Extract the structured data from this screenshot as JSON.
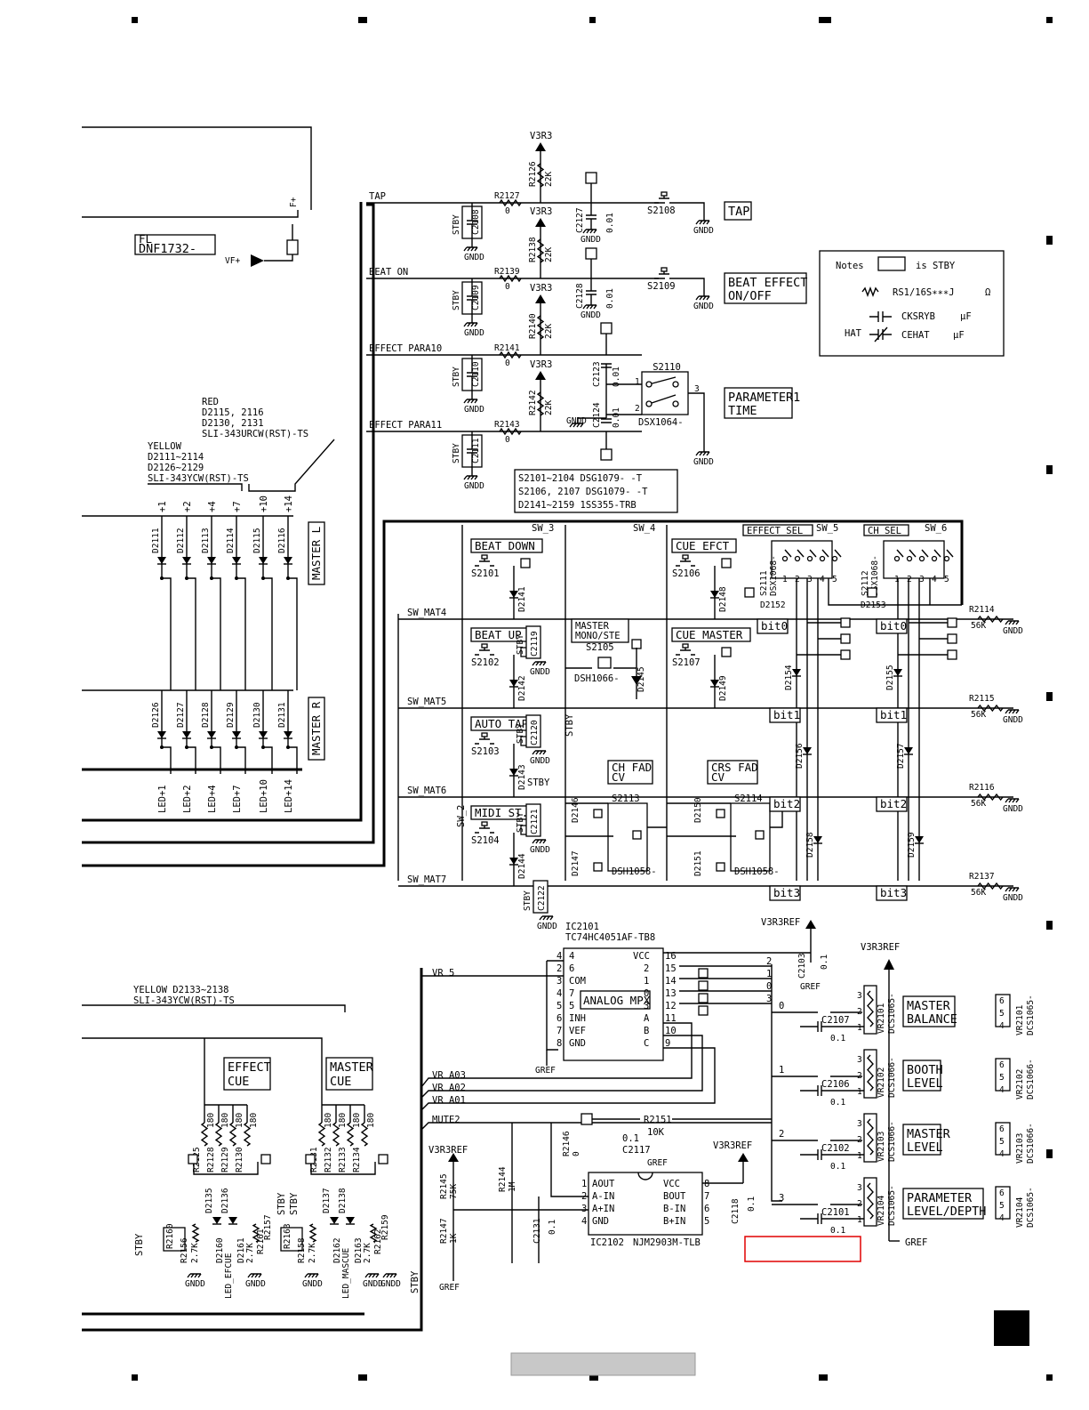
{
  "display": {
    "fl_label": "FL",
    "fl_part": "DNF1732-",
    "vf_plus": "VF+",
    "f_plus": "F+"
  },
  "power": {
    "v3r3": "V3R3",
    "gndd": "GNDD",
    "v3r3ref": "V3R3REF",
    "gref": "GREF",
    "stby": "STBY"
  },
  "switch_rows": [
    {
      "net": "TAP",
      "resistor": "R2127",
      "res_val": "0",
      "pullup": "R2126",
      "pullup_val": "22K",
      "stby_cap": "C2108",
      "cap": "C2127",
      "cap_val": "0.01",
      "switch": "S2108",
      "label_lines": [
        "TAP"
      ]
    },
    {
      "net": "BEAT ON",
      "resistor": "R2139",
      "res_val": "0",
      "pullup": "R2138",
      "pullup_val": "22K",
      "stby_cap": "C2109",
      "cap": "C2128",
      "cap_val": "0.01",
      "switch": "S2109",
      "label_lines": [
        "BEAT EFFECT",
        "ON/OFF"
      ]
    },
    {
      "net": "EFFECT PARA10",
      "resistor": "R2141",
      "res_val": "0",
      "pullup": "R2140",
      "pullup_val": "22K",
      "stby_cap": "C2110",
      "cap": "C2123",
      "cap_val": "0.01",
      "switch": "S2110",
      "label_lines": [
        "PARAMETER1",
        "TIME"
      ]
    },
    {
      "net": "EFFECT PARA11",
      "resistor": "R2143",
      "res_val": "0",
      "pullup": "R2142",
      "pullup_val": "22K",
      "stby_cap": "C2111",
      "cap": "C2124",
      "cap_val": "0.01",
      "switch": "",
      "label_lines": []
    }
  ],
  "s2110_part": "DSX1064-",
  "notes": {
    "title": "Notes",
    "is_stby": "is STBY",
    "resistor": "RS1/16S∗∗∗J",
    "ohm": "Ω",
    "cap1": "CKSRYB",
    "cap2": "CEHAT",
    "unit": "μF",
    "hat": "HAT"
  },
  "parts_list": [
    "S2101∼2104 DSG1079- -T",
    "S2106, 2107 DSG1079- -T",
    "D2141∼2159 1SS355-TRB"
  ],
  "led_legend": {
    "red": [
      "RED",
      "D2115, 2116",
      "D2130, 2131",
      "SLI-343URCW(RST)-TS"
    ],
    "yellow": [
      "YELLOW",
      "D2111∼2114",
      "D2126∼2129",
      "SLI-343YCW(RST)-TS"
    ]
  },
  "led_columns": [
    "+1",
    "+2",
    "+4",
    "+7",
    "+10",
    "+14"
  ],
  "leds_l": [
    "D2111",
    "D2112",
    "D2113",
    "D2114",
    "D2115",
    "D2116"
  ],
  "leds_r": [
    "D2126",
    "D2127",
    "D2128",
    "D2129",
    "D2130",
    "D2131"
  ],
  "led_nets": [
    "LED+1",
    "LED+2",
    "LED+4",
    "LED+7",
    "LED+10",
    "LED+14"
  ],
  "master_l": "MASTER L",
  "master_r": "MASTER R",
  "matrix": {
    "rows": [
      "SW_MAT4",
      "SW_MAT5",
      "SW_MAT6",
      "SW_MAT7"
    ],
    "cols": [
      "SW_3",
      "SW_4",
      "SW_5",
      "SW_6",
      "SW_2"
    ],
    "buttons": [
      {
        "label": "BEAT DOWN",
        "switch": "S2101",
        "diode": "D2141"
      },
      {
        "label": "BEAT UP",
        "switch": "S2102",
        "diode": "D2142",
        "cap": "C2119"
      },
      {
        "label": "AUTO TAP",
        "switch": "S2103",
        "diode": "D2143",
        "cap": "C2120"
      },
      {
        "label": "MIDI ST.",
        "switch": "S2104",
        "diode": "D2144",
        "cap": "C2121"
      },
      {
        "label": "CUE EFCT",
        "switch": "S2106",
        "diode": "D2148"
      },
      {
        "label": "CUE MASTER",
        "switch": "S2107",
        "diode": "D2149"
      }
    ],
    "c2122": "C2122",
    "master_mono": [
      "MASTER",
      "MONO/STE"
    ],
    "s2105": "S2105",
    "s2105_part": "DSH1066-",
    "d2145": "D2145",
    "ch_fad": [
      "CH FAD",
      "CV"
    ],
    "crs_fad": [
      "CRS FAD",
      "CV"
    ],
    "s2113": "S2113",
    "s2114": "S2114",
    "dsh1058": "DSH1058-",
    "d_fad": [
      "D2146",
      "D2147",
      "D2150",
      "D2151"
    ],
    "effect_sel": "EFFECT SEL",
    "ch_sel": "CH SEL",
    "s2111": "S2111",
    "s2112": "S2112",
    "dsx1068": "DSX1068-",
    "sel_pins": [
      "1",
      "2",
      "3",
      "4",
      "5"
    ],
    "d2152": "D2152",
    "d2153": "D2153",
    "bits": [
      "bit0",
      "bit1",
      "bit2",
      "bit3"
    ],
    "bit_diodes_l": [
      "D2154",
      "D2156",
      "D2158"
    ],
    "bit_diodes_r": [
      "D2155",
      "D2157",
      "D2159"
    ],
    "pulldowns": [
      {
        "ref": "R2114",
        "val": "56K"
      },
      {
        "ref": "R2115",
        "val": "56K"
      },
      {
        "ref": "R2116",
        "val": "56K"
      },
      {
        "ref": "R2137",
        "val": "56K"
      }
    ]
  },
  "mux": {
    "ref": "IC2101",
    "part": "TC74HC4051AF-TB8",
    "label": "ANALOG MPX",
    "left_pins": [
      {
        "num": "4",
        "name": "4"
      },
      {
        "num": "2",
        "name": "6"
      },
      {
        "num": "3",
        "name": "COM"
      },
      {
        "num": "4",
        "name": "7"
      },
      {
        "num": "5",
        "name": "5"
      },
      {
        "num": "6",
        "name": "INH"
      },
      {
        "num": "7",
        "name": "VEF"
      },
      {
        "num": "8",
        "name": "GND"
      }
    ],
    "right_pins": [
      {
        "num": "16",
        "name": "VCC"
      },
      {
        "num": "15",
        "name": "2"
      },
      {
        "num": "14",
        "name": "1"
      },
      {
        "num": "13",
        "name": "0"
      },
      {
        "num": "12",
        "name": "3"
      },
      {
        "num": "11",
        "name": "A"
      },
      {
        "num": "10",
        "name": "B"
      },
      {
        "num": "9",
        "name": "C"
      }
    ],
    "channel_tags": [
      "2",
      "1",
      "0",
      "3"
    ],
    "c2103": "C2103",
    "c2103_val": "0.1",
    "vr_nets": [
      "VR 5",
      "VR A03",
      "VR A02",
      "VR A01",
      "MUTE2"
    ]
  },
  "pots": [
    {
      "ref": "VR2101",
      "part": "DCS1065-",
      "cap": "C2107",
      "cap_val": "0.1",
      "ch": "0",
      "label": [
        "MASTER",
        "BALANCE"
      ]
    },
    {
      "ref": "VR2102",
      "part": "DCS1066-",
      "cap": "C2106",
      "cap_val": "0.1",
      "ch": "1",
      "label": [
        "BOOTH",
        "LEVEL"
      ]
    },
    {
      "ref": "VR2103",
      "part": "DCS1066-",
      "cap": "C2102",
      "cap_val": "0.1",
      "ch": "2",
      "label": [
        "MASTER",
        "LEVEL"
      ]
    },
    {
      "ref": "VR2104",
      "part": "DCS1065-",
      "cap": "C2101",
      "cap_val": "0.1",
      "ch": "3",
      "label": [
        "PARAMETER",
        "LEVEL/DEPTH"
      ]
    }
  ],
  "pot_pins": [
    "3",
    "2",
    "1"
  ],
  "pot_side_pins": [
    "6",
    "5",
    "4"
  ],
  "comparator": {
    "ref": "IC2102",
    "part": "NJM2903M-TLB",
    "left_pins": [
      {
        "num": "1",
        "name": "AOUT"
      },
      {
        "num": "2",
        "name": "A-IN"
      },
      {
        "num": "3",
        "name": "A+IN"
      },
      {
        "num": "4",
        "name": "GND"
      }
    ],
    "right_pins": [
      {
        "num": "8",
        "name": "VCC"
      },
      {
        "num": "7",
        "name": "BOUT"
      },
      {
        "num": "6",
        "name": "B-IN"
      },
      {
        "num": "5",
        "name": "B+IN"
      }
    ],
    "r2151": "R2151",
    "r2151_val": "10K",
    "c2117": "C2117",
    "c2117_val": "0.1",
    "r2146": "R2146",
    "r2146_val": "0",
    "r2144": "R2144",
    "r2144_val": "1M",
    "r2145": "R2145",
    "r2145_val": "75K",
    "r2147": "R2147",
    "r2147_val": "1K",
    "c2131": "C2131",
    "c2131_val": "0.1",
    "c2118": "C2118",
    "c2118_val": "0.1"
  },
  "cue": {
    "legend": [
      "YELLOW D2133∼2138",
      "SLI-343YCW(RST)-TS"
    ],
    "effect_cue": [
      "EFFECT",
      "CUE"
    ],
    "master_cue": [
      "MASTER",
      "CUE"
    ],
    "res_left": [
      "R2125",
      "R2128",
      "R2129",
      "R2130"
    ],
    "res_right": [
      "R2131",
      "R2132",
      "R2133",
      "R2134"
    ],
    "res_val": "180",
    "leds_left": [
      "D2135",
      "D2136"
    ],
    "leds_right": [
      "D2137",
      "D2138"
    ],
    "r2157": "R2157",
    "r2159": "R2159",
    "r2156": "R2156",
    "r2158": "R2158",
    "r2160": "R2160",
    "r2161": "R2161",
    "r2162": "R2162",
    "r2163": "R2163",
    "d2160": "D2160",
    "d2161": "D2161",
    "d2162": "D2162",
    "d2163": "D2163",
    "val_27k": "2.7K",
    "led_efcue": "LED_EFCUE",
    "led_mascue": "LED_MASCUE"
  }
}
